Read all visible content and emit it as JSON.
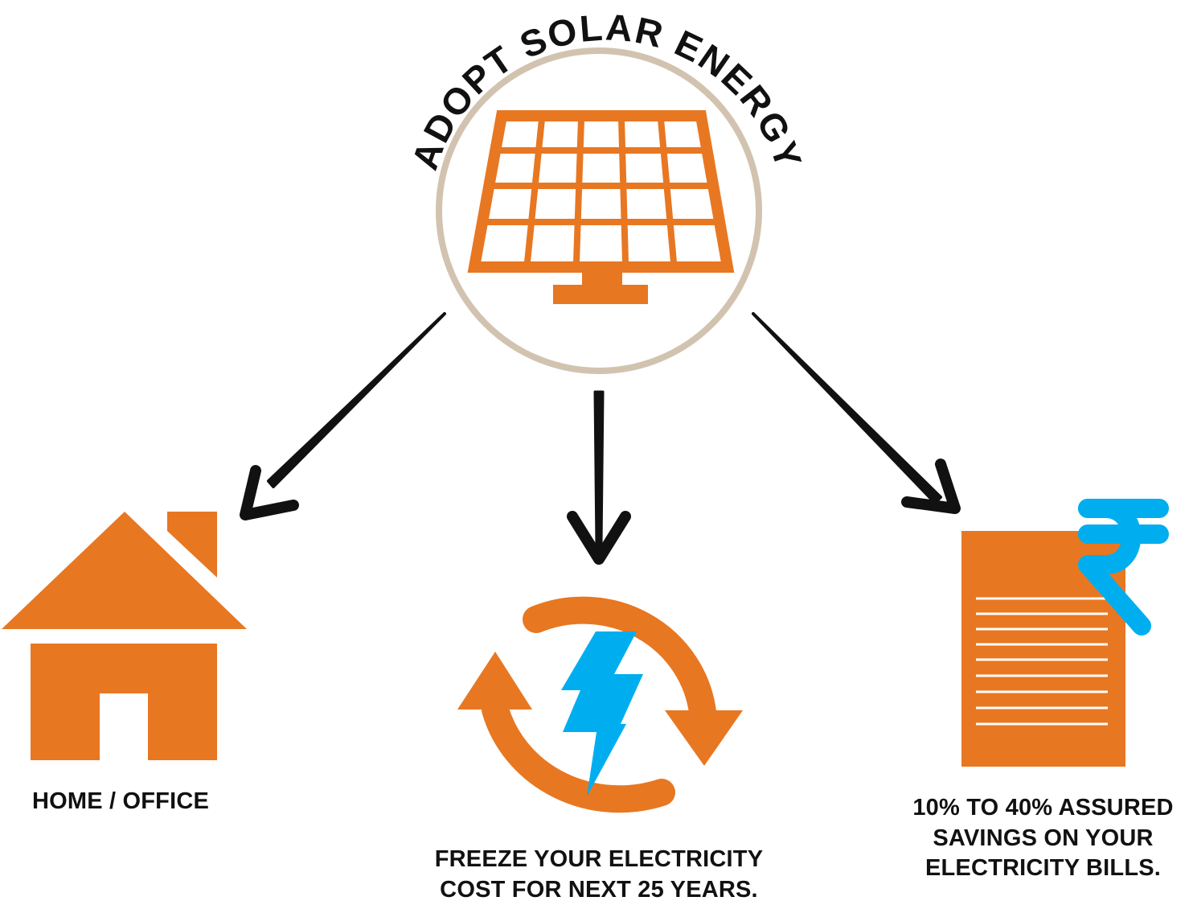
{
  "title": "ADOPT SOLAR ENERGY",
  "captions": {
    "home": "HOME / OFFICE",
    "freeze": [
      "FREEZE YOUR ELECTRICITY",
      "COST FOR NEXT 25 YEARS."
    ],
    "savings": [
      "10% TO 40% ASSURED",
      "SAVINGS ON YOUR",
      "ELECTRICITY BILLS."
    ]
  },
  "colors": {
    "orange": "#E87722",
    "blue": "#00AEEF",
    "ring": "#D2C3B0",
    "arrow": "#111111",
    "text": "#111111"
  },
  "icons": {
    "center": "solar-panel-icon",
    "left": "house-icon",
    "middle": "renew-lightning-icon",
    "right": "bill-rupee-icon"
  }
}
